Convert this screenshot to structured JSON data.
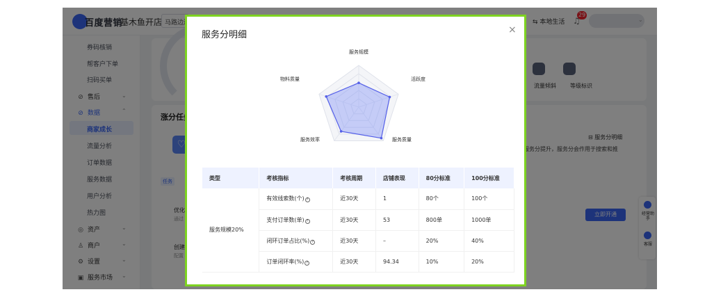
{
  "topbar": {
    "brand": "百度营销",
    "store": "基木鱼开店",
    "shop_select": "马路边边",
    "local_life": "本地生活",
    "notification_count": "29"
  },
  "sidebar": {
    "items_top": [
      "券码核销",
      "帮客户下单",
      "扫码买单"
    ],
    "group_after": [
      {
        "label": "售后",
        "icon": "circle-check-icon"
      },
      {
        "label": "数据",
        "icon": "circle-check-icon"
      }
    ],
    "data_items": [
      "商家成长",
      "流量分析",
      "订单数据",
      "服务数据",
      "用户分析",
      "热力图"
    ],
    "groups_bottom": [
      {
        "label": "资产",
        "icon": "asset-icon"
      },
      {
        "label": "商户",
        "icon": "user-icon"
      },
      {
        "label": "设置",
        "icon": "gear-icon"
      },
      {
        "label": "服务市场",
        "icon": "shop-icon"
      }
    ]
  },
  "background": {
    "section_title": "涨分任务",
    "detail_link": "服务分明细",
    "note": "服务分提升，服务分会作用于搜索和推",
    "flow_labels": [
      "流量倾斜",
      "等级标识"
    ],
    "task_tag": "任务",
    "row1_title": "优化雅",
    "row1_sub": "通过",
    "row2_title": "创建优",
    "row2_sub": "配置",
    "open_button": "立即开通",
    "float_items": [
      "经营助手",
      "客服"
    ]
  },
  "modal": {
    "title": "服务分明细",
    "close_label": "×"
  },
  "chart_data": {
    "type": "radar",
    "axes": [
      "服务规模",
      "活跃度",
      "服务质量",
      "服务效率",
      "物料质量"
    ]
  },
  "table": {
    "headers": [
      "类型",
      "考核指标",
      "考核周期",
      "店铺表现",
      "80分标准",
      "100分标准"
    ],
    "type_label": "服务规模20%",
    "rows": [
      {
        "metric": "有效线索数(个)",
        "period": "近30天",
        "performance": "1",
        "std80": "80个",
        "std100": "100个"
      },
      {
        "metric": "支付订单数(单)",
        "period": "近30天",
        "performance": "53",
        "std80": "800单",
        "std100": "1000单"
      },
      {
        "metric": "闭环订单占比(%)",
        "period": "近30天",
        "performance": "–",
        "std80": "20%",
        "std100": "40%"
      },
      {
        "metric": "订单闭环率(%)",
        "period": "近30天",
        "performance": "94.34",
        "std80": "10%",
        "std100": "20%"
      }
    ]
  }
}
